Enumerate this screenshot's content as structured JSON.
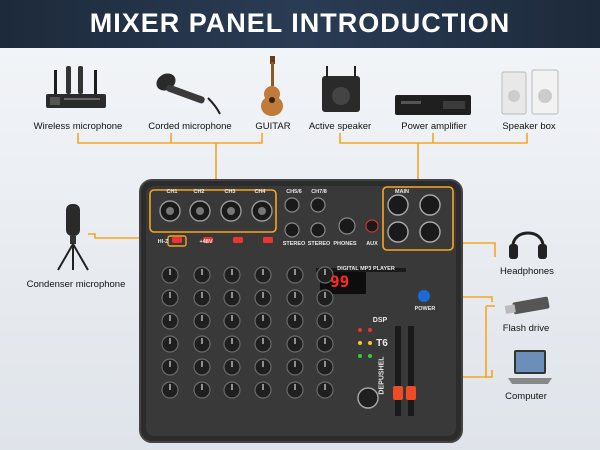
{
  "title": "MIXER PANEL INTRODUCTION",
  "accent_color": "#f5a623",
  "inputs": [
    {
      "label": "Wireless microphone",
      "icon": "wireless-microphone-icon"
    },
    {
      "label": "Corded microphone",
      "icon": "corded-microphone-icon"
    },
    {
      "label": "GUITAR",
      "icon": "guitar-icon"
    }
  ],
  "outputs": [
    {
      "label": "Active speaker",
      "icon": "active-speaker-icon"
    },
    {
      "label": "Power amplifier",
      "icon": "power-amplifier-icon"
    },
    {
      "label": "Speaker box",
      "icon": "speaker-box-icon"
    }
  ],
  "left_device": {
    "label": "Condenser microphone",
    "icon": "condenser-microphone-icon"
  },
  "right_devices": [
    {
      "label": "Headphones",
      "icon": "headphones-icon"
    },
    {
      "label": "Flash drive",
      "icon": "flash-drive-icon"
    },
    {
      "label": "Computer",
      "icon": "computer-icon"
    }
  ],
  "mixer": {
    "channels": [
      "CH1",
      "CH2",
      "CH3",
      "CH4"
    ],
    "stereo_channels": [
      "CH5/6",
      "CH7/8"
    ],
    "stereo_label": "STEREO",
    "main_label": "MAIN",
    "phones_label": "PHONES",
    "aux_label": "AUX",
    "hiz_label": "HI-Z",
    "phantom_label": "+48V",
    "player_title": "DIGITAL MP3 PLAYER",
    "display_value": "99",
    "display_sub": "DSP",
    "power_label": "POWER",
    "model": "T6",
    "brand": "DEPUSHEL"
  }
}
